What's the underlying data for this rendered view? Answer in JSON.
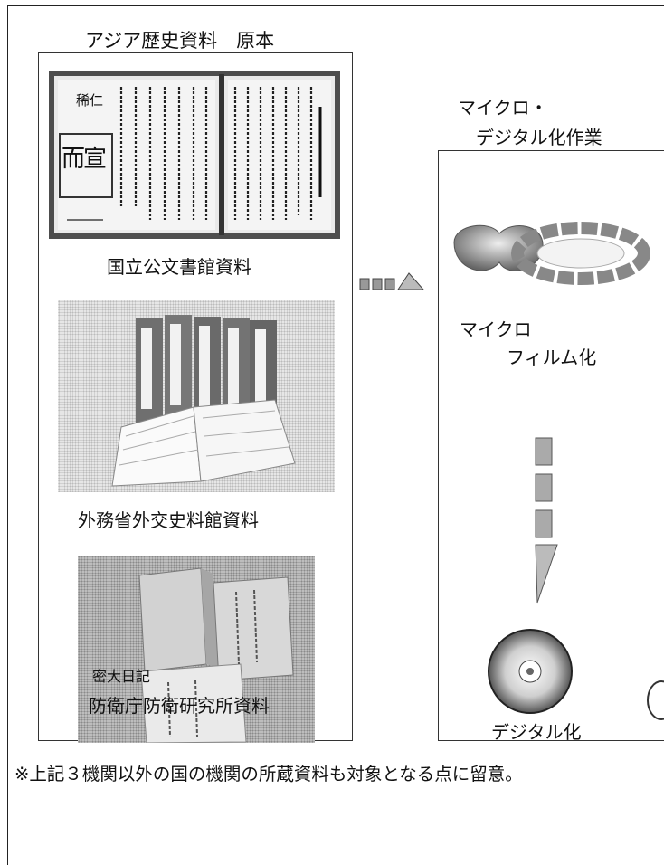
{
  "left_panel": {
    "title": "アジア歴史資料　原本",
    "items": [
      {
        "label": "国立公文書館資料"
      },
      {
        "label": "外務省外交史料館資料"
      },
      {
        "label": "防衛庁防衛研究所資料",
        "photo_text": "密大日記"
      }
    ],
    "manuscript": {
      "seal_text": "稀仁",
      "seal_big": "而宣"
    }
  },
  "right_panel": {
    "title_line1": "マイクロ・",
    "title_line2": "デジタル化作業",
    "step1_line1": "マイクロ",
    "step1_line2": "フィルム化",
    "step2": "デジタル化"
  },
  "footnote": "※上記３機関以外の国の機関の所蔵資料も対象となる点に留意。",
  "icons": [
    "manuscript-photo",
    "binder-books-photo",
    "box-files-photo",
    "microfilm-reel-icon",
    "dashed-arrow-right",
    "dashed-arrow-down",
    "cd-disc-icon"
  ]
}
